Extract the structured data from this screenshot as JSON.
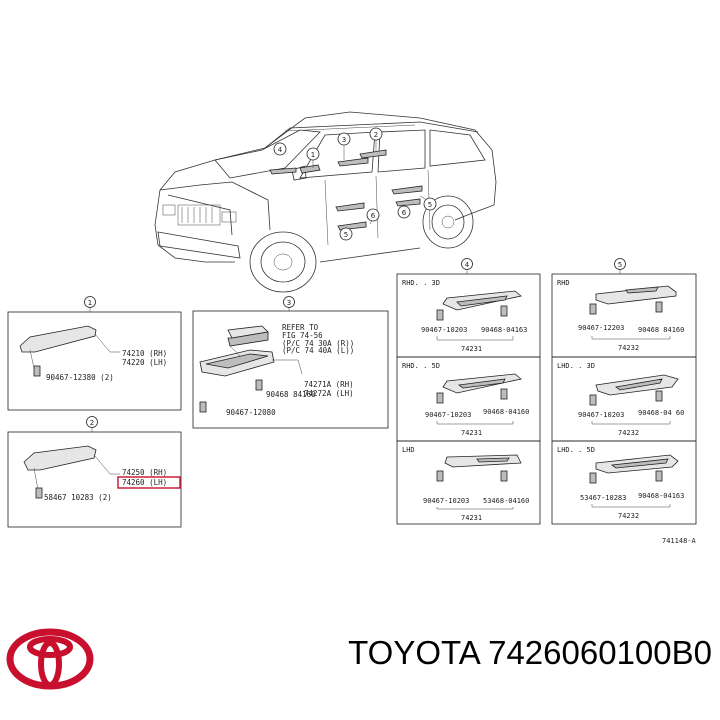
{
  "callouts": {
    "c1": "1",
    "c2": "2",
    "c3": "3",
    "c4": "4",
    "c5": "5",
    "c6": "6"
  },
  "panel1": {
    "num": "1",
    "lbl_rh": "74210 (RH)",
    "lbl_lh": "74220 (LH)",
    "screw": "90467-12380 (2)"
  },
  "panel2": {
    "num": "2",
    "lbl_rh": "74250 (RH)",
    "lbl_lh": "74260 (LH)",
    "screw": "58467 10283 (2)"
  },
  "panel3": {
    "num": "3",
    "refer1": "REFER TO",
    "refer2": "FIG 74-56",
    "refer3": "(P/C 74 30A (R))",
    "refer4": "(P/C 74 40A (L))",
    "lbl_rh": "74271A (RH)",
    "lbl_lh": "74272A (LH)",
    "screw1": "90468 84160",
    "screw2": "90467-12080"
  },
  "panel4": [
    {
      "variant": "RHD. . 3D",
      "screw_a": "90467-10203",
      "screw_b": "90468-04163",
      "part": "74231"
    },
    {
      "variant": "RHD. . 5D",
      "screw_a": "90467-10203",
      "screw_b": "90468-04160",
      "part": "74231"
    },
    {
      "variant": "LHD",
      "screw_a": "90467-10203",
      "screw_b": "53468-04160",
      "part": "74231"
    }
  ],
  "panel5": [
    {
      "variant": "RHD",
      "screw_a": "90467-12203",
      "screw_b": "90468 84160",
      "part": "74232"
    },
    {
      "variant": "LHD. . 3D",
      "screw_a": "90467-10203",
      "screw_b": "90468-04 60",
      "part": "74232"
    },
    {
      "variant": "LHD. . 5D",
      "screw_a": "53467-10283",
      "screw_b": "90468-04163",
      "part": "74232"
    }
  ],
  "panel4_num": "4",
  "panel5_num": "5",
  "figure_code": "741148-A",
  "caption": "TOYOTA 7426060100B0",
  "colors": {
    "brand_red": "#c8102e",
    "highlight": "#c8102e"
  },
  "icons": [
    "toyota-logo-icon"
  ]
}
